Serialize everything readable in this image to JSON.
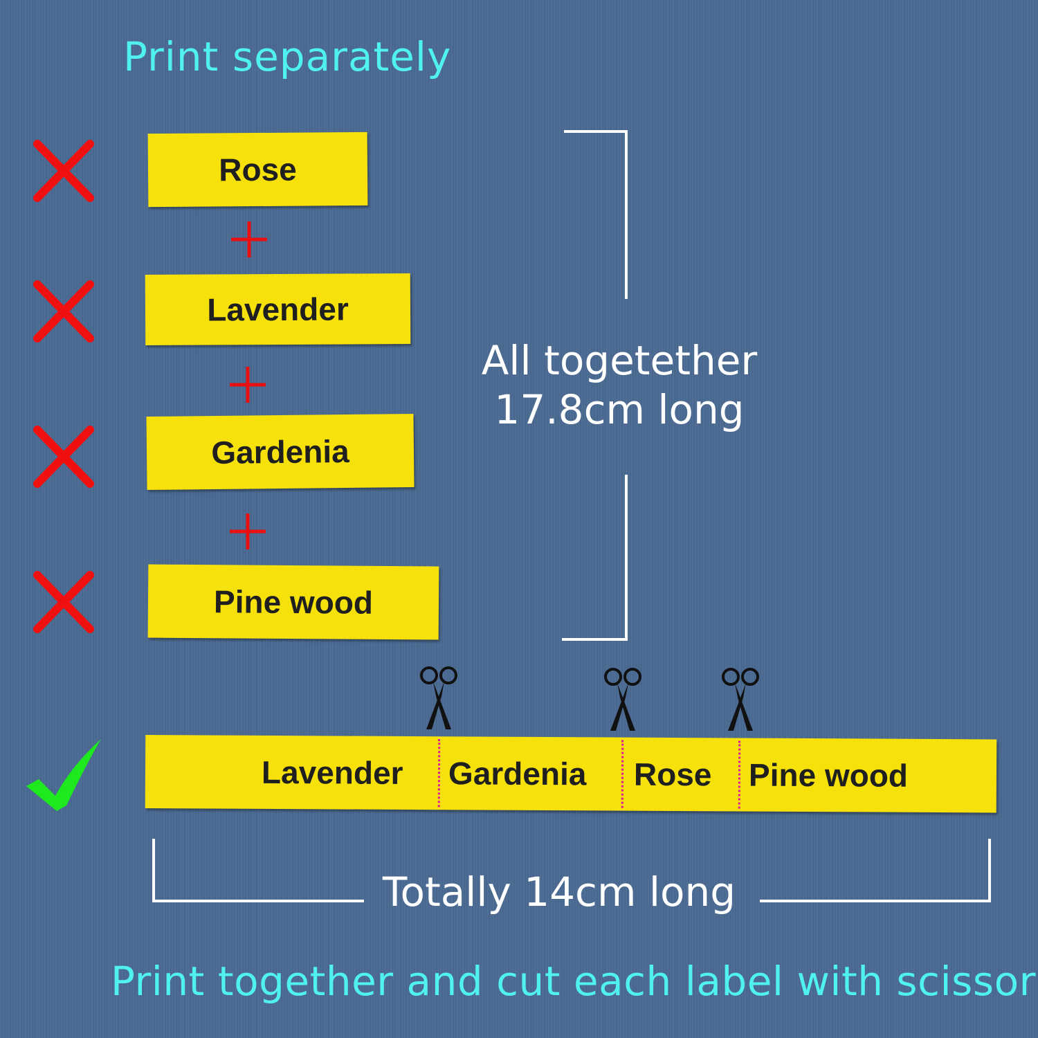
{
  "header": {
    "text": "Print separately"
  },
  "separate_labels": [
    {
      "text": "Rose",
      "status": "wrong"
    },
    {
      "text": "Lavender",
      "status": "wrong"
    },
    {
      "text": "Gardenia",
      "status": "wrong"
    },
    {
      "text": "Pine wood",
      "status": "wrong"
    }
  ],
  "plus_symbol": "+",
  "separate_total": {
    "line1": "All togetether",
    "line2": "17.8cm long"
  },
  "combined_label": {
    "status": "correct",
    "segments": [
      "Lavender",
      "Gardenia",
      "Rose",
      "Pine wood"
    ],
    "cuts": 3
  },
  "combined_total": {
    "text": "Totally 14cm long"
  },
  "footer": {
    "text": "Print together and cut each label with scissors"
  },
  "colors": {
    "background": "#4a6a92",
    "label_yellow": "#f6e10a",
    "cross_red": "#f01010",
    "check_green": "#1ee81e",
    "caption_cyan": "#4ff2f0",
    "cut_line_magenta": "#e0179a"
  },
  "icons": [
    "cross-icon",
    "plus-icon",
    "check-icon",
    "scissors-icon"
  ]
}
